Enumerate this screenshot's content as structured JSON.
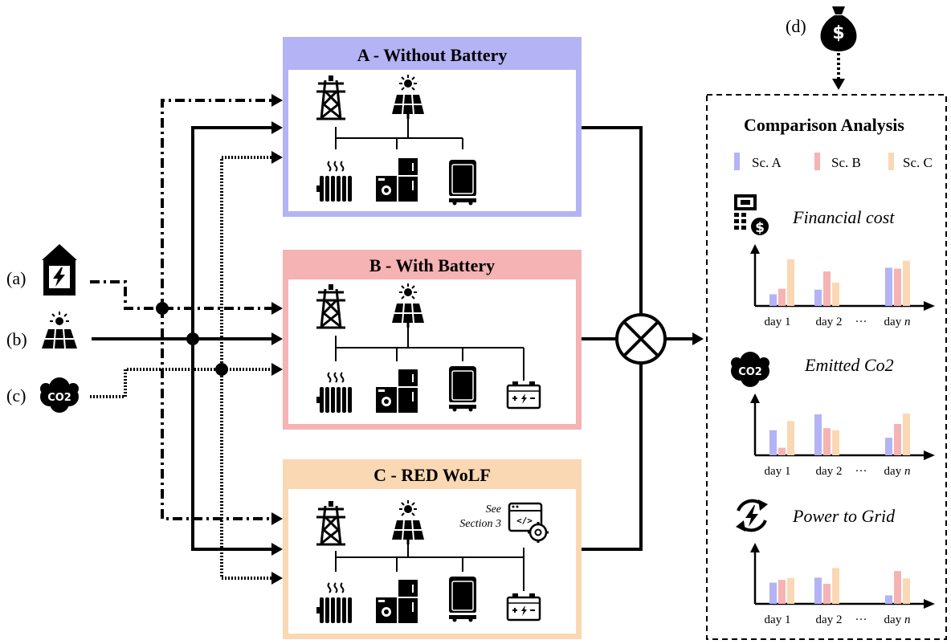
{
  "inputs": {
    "a_label": "(a)",
    "b_label": "(b)",
    "c_label": "(c)",
    "d_label": "(d)",
    "co2_icon_text": "CO2",
    "money_icon_text": "$"
  },
  "scenarios": {
    "a_title": "A - Without Battery",
    "b_title": "B - With Battery",
    "c_title": "C - RED WoLF",
    "c_note_line1": "See",
    "c_note_line2": "Section 3",
    "colors": {
      "a": "#b3b3f5",
      "b": "#f5b3b3",
      "c": "#fad8b3"
    }
  },
  "analysis": {
    "title": "Comparison Analysis",
    "legend": [
      "Sc. A",
      "Sc. B",
      "Sc. C"
    ],
    "legend_colors": [
      "#b3b3f5",
      "#f5b3b3",
      "#fad8b3"
    ],
    "metric1_label": "Financial cost",
    "metric2_label": "Emitted Co2",
    "metric2_icon_text": "CO2",
    "metric3_label": "Power to Grid",
    "ellipsis": "···"
  },
  "chart_data": [
    {
      "type": "bar",
      "title": "Financial cost",
      "categories": [
        "day 1",
        "day 2",
        "day n"
      ],
      "series": [
        {
          "name": "Sc. A",
          "values": [
            0.25,
            0.35,
            0.82
          ]
        },
        {
          "name": "Sc. B",
          "values": [
            0.37,
            0.74,
            0.8
          ]
        },
        {
          "name": "Sc. C",
          "values": [
            1.0,
            0.5,
            0.97
          ]
        }
      ]
    },
    {
      "type": "bar",
      "title": "Emitted Co2",
      "categories": [
        "day 1",
        "day 2",
        "day n"
      ],
      "series": [
        {
          "name": "Sc. A",
          "values": [
            0.6,
            0.98,
            0.42
          ]
        },
        {
          "name": "Sc. B",
          "values": [
            0.18,
            0.65,
            0.75
          ]
        },
        {
          "name": "Sc. C",
          "values": [
            0.82,
            0.6,
            1.0
          ]
        }
      ]
    },
    {
      "type": "bar",
      "title": "Power to Grid",
      "categories": [
        "day 1",
        "day 2",
        "day n"
      ],
      "series": [
        {
          "name": "Sc. A",
          "values": [
            0.55,
            0.68,
            0.22
          ]
        },
        {
          "name": "Sc. B",
          "values": [
            0.62,
            0.52,
            0.85
          ]
        },
        {
          "name": "Sc. C",
          "values": [
            0.67,
            0.93,
            0.66
          ]
        }
      ]
    }
  ]
}
